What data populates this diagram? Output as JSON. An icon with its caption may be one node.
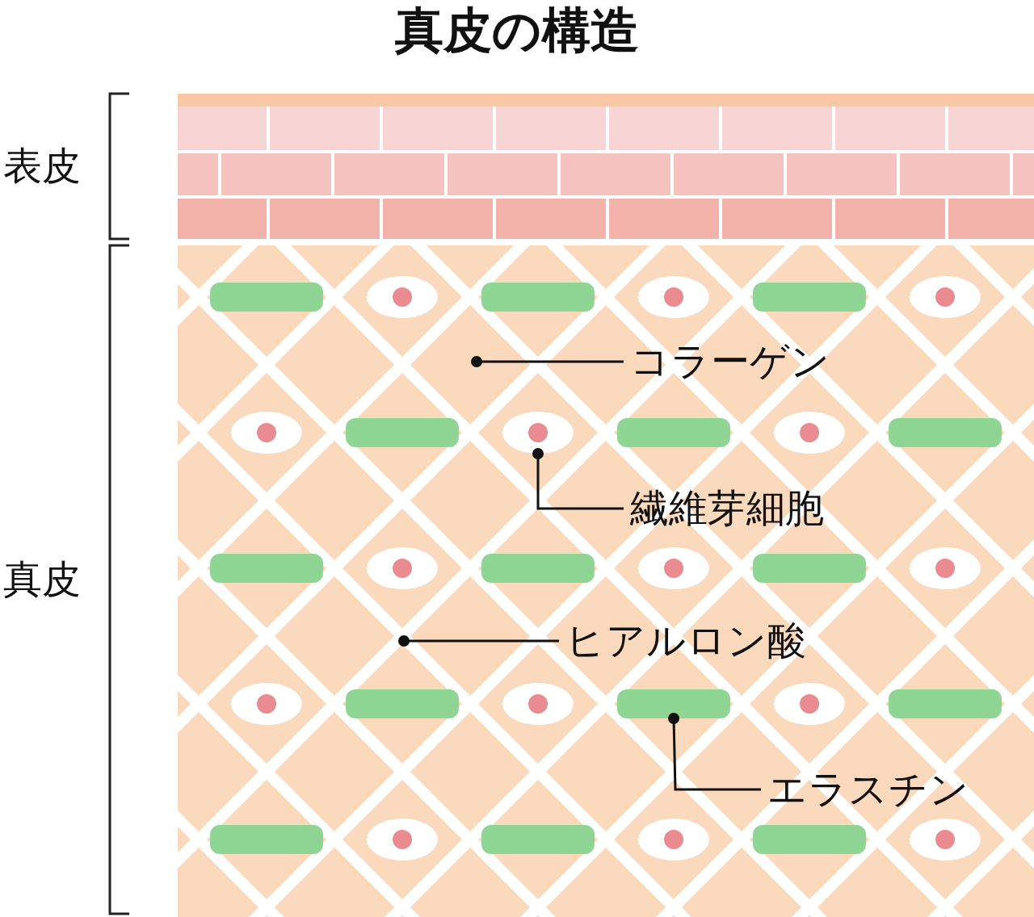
{
  "diagram": {
    "title": "真皮の構造",
    "nodes": [
      {
        "text": [
          "コラーゲン"
        ]
      },
      {
        "text": [],
        "shape": "circle"
      },
      {
        "text": [
          "繊維芽細胞"
        ]
      },
      {
        "text": [
          "ヒアルロン酸"
        ]
      },
      {
        "text": [],
        "shape": "bar"
      },
      {
        "text": [
          "エラスチン"
        ]
      }
    ],
    "edges": [
      {
        "from": 0,
        "to": null,
        "arrow": "other"
      },
      {
        "from": 2,
        "to": 1,
        "arrow": "other"
      },
      {
        "from": 3,
        "to": null,
        "arrow": "other"
      },
      {
        "from": 5,
        "to": 4,
        "arrow": "other"
      }
    ],
    "labels": [
      "表皮",
      "真皮"
    ]
  }
}
